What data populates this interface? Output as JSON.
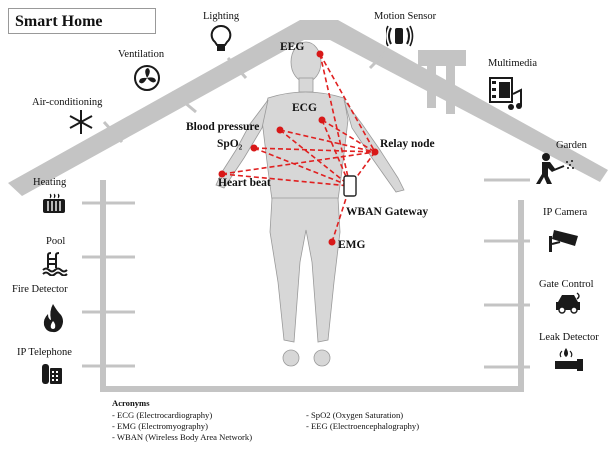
{
  "title": "Smart Home",
  "devices": {
    "lighting": "Lighting",
    "motion_sensor": "Motion Sensor",
    "ventilation": "Ventilation",
    "multimedia": "Multimedia",
    "air_conditioning": "Air-conditioning",
    "garden": "Garden",
    "heating": "Heating",
    "ip_camera": "IP Camera",
    "pool": "Pool",
    "gate_control": "Gate Control",
    "fire_detector": "Fire Detector",
    "leak_detector": "Leak Detector",
    "ip_telephone": "IP Telephone"
  },
  "sensors": {
    "eeg": "EEG",
    "ecg": "ECG",
    "blood_pressure": "Blood pressure",
    "spo2": "SpO₂",
    "relay_node": "Relay node",
    "heart_beat": "Heart beat",
    "wban_gateway": "WBAN Gateway",
    "emg": "EMG"
  },
  "acronyms": {
    "title": "Acronyms",
    "ecg": "- ECG (Electrocardiography)",
    "emg": "- EMG (Electromyography)",
    "wban": "- WBAN (Wireless  Body Area Network)",
    "spo2": "- SpO2 (Oxygen Saturation)",
    "eeg": "- EEG (Electroencephalography)"
  },
  "colors": {
    "link": "#e02020",
    "node": "#d81818",
    "house": "#bdbdbd",
    "icon": "#1a1a1a"
  }
}
